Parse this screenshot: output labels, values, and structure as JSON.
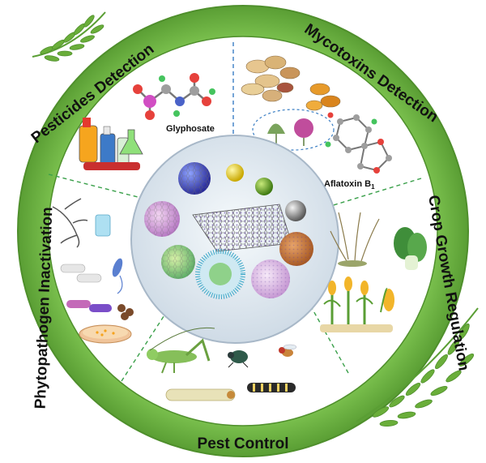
{
  "sections": {
    "pesticides_detection": "Pesticides Detection",
    "mycotoxins_detection": "Mycotoxins Detection",
    "crop_growth_regulation": "Crop Growth Regulation",
    "pest_control": "Pest Control",
    "phytopathogen_inactivation": "Phytopathogen Inactivation"
  },
  "labels": {
    "glyphosate": "Glyphosate",
    "aflatoxin_main": "Aflatoxin B",
    "aflatoxin_sub": "1"
  },
  "colors": {
    "ring": "#6db043",
    "ring_dark": "#4f8f2c",
    "inner_bg": "#ffffff",
    "center_disc": "#eaf1f6",
    "divider": "#3a7ec4",
    "divider_green": "#3aa04a",
    "wheat": "#6aae3a"
  },
  "icons": [
    "molecule-icon",
    "spray-bottle-icon",
    "flask-icon",
    "peanuts-icon",
    "flower-icon",
    "aflatoxin-molecule-icon",
    "nanoparticle-icon",
    "graphene-sheet-icon",
    "wheat-icon",
    "pak-choi-icon",
    "corn-icon",
    "grasshopper-icon",
    "beetle-icon",
    "fruit-fly-icon",
    "caterpillar-icon",
    "larva-icon",
    "fungus-hyphae-icon",
    "bacteria-icon",
    "petri-dish-icon"
  ]
}
